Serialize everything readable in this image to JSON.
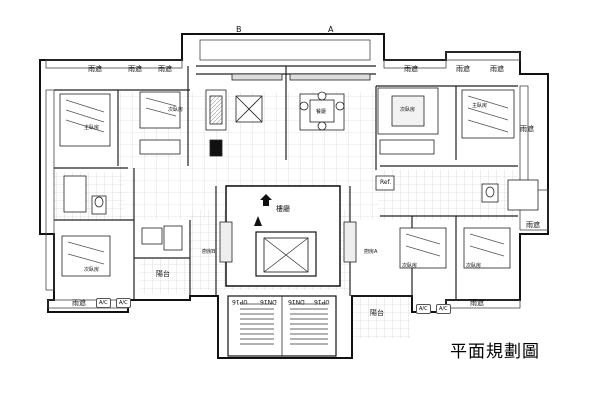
{
  "plan": {
    "title": "平面規劃圖",
    "axis_markers": [
      "B",
      "A"
    ],
    "rooms": {
      "canopy": "雨遮",
      "stair_hall": "樓廳",
      "balcony": "陽台",
      "fridge": "Ref.",
      "kitchen_a": "廚房A",
      "kitchen_b": "廚房B",
      "dining": "餐廳",
      "bedroom_1": "主臥房",
      "bedroom_2": "次臥房",
      "bedroom_3": "次臥房",
      "bedroom_4": "主臥房",
      "bedroom_5": "次臥房",
      "bedroom_6": "次臥房",
      "ac": "A/C",
      "up": "UP16",
      "dn": "DN16"
    }
  }
}
